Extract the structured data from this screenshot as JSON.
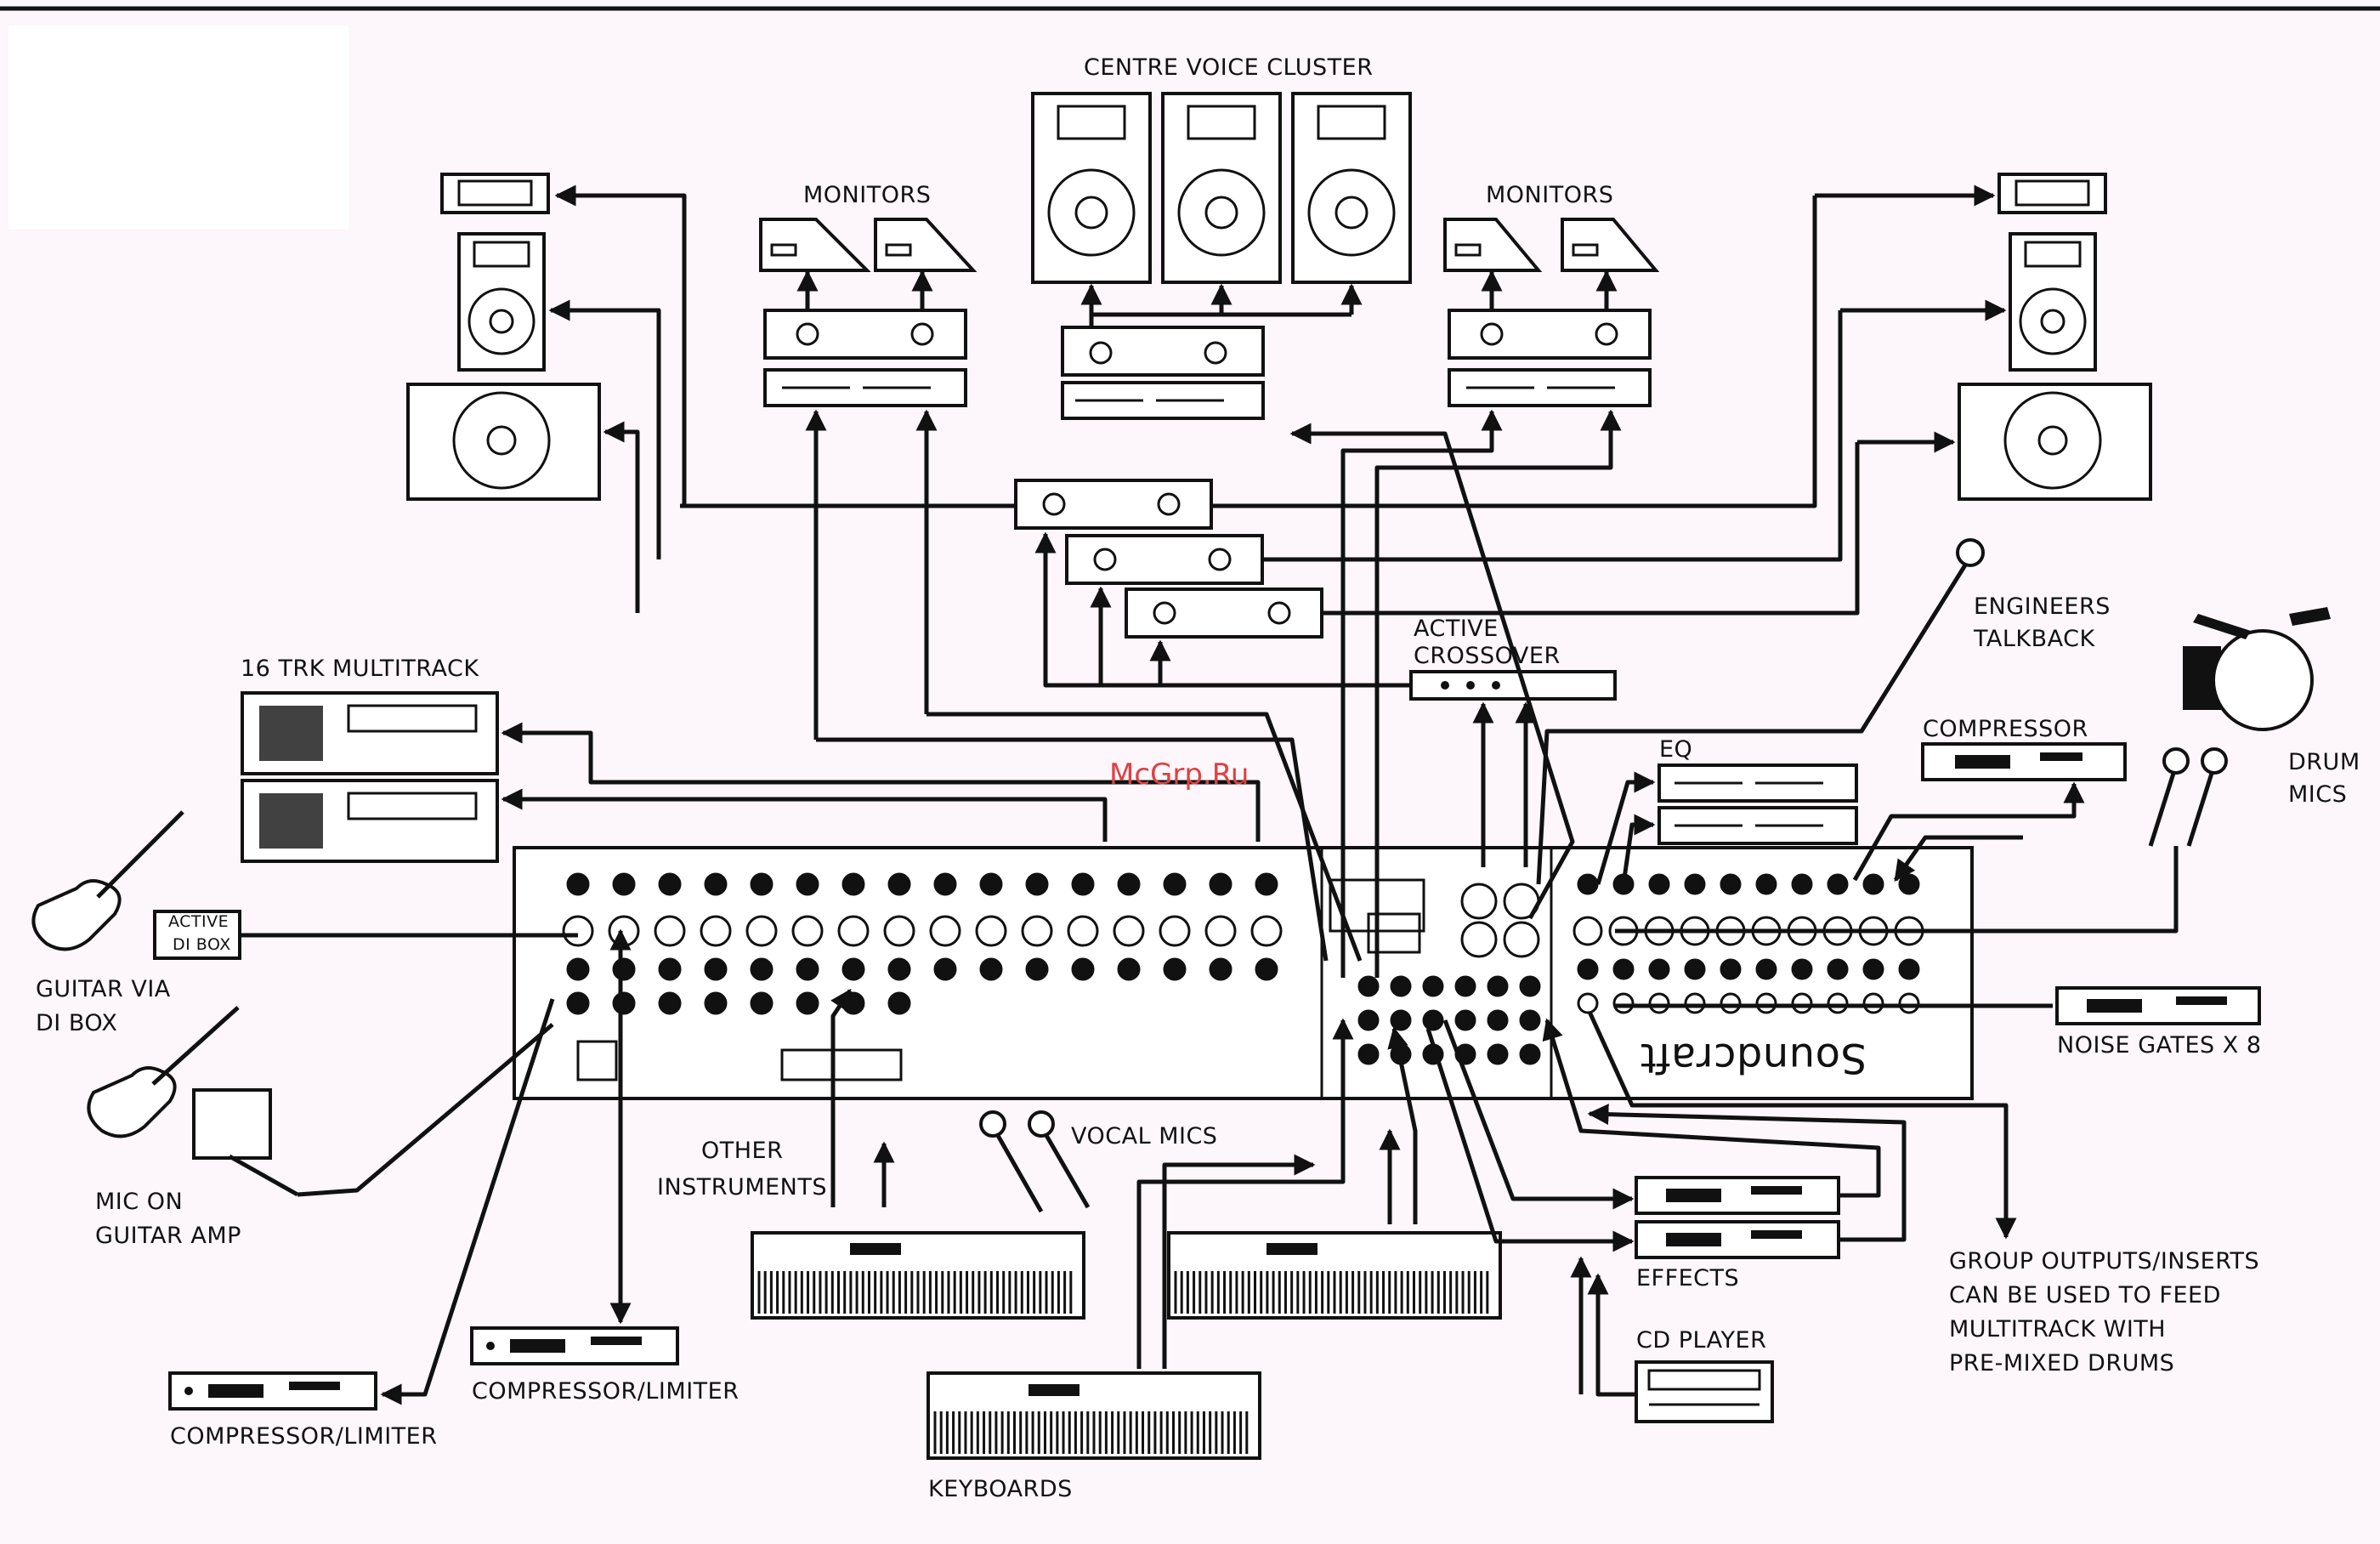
{
  "labels": {
    "centre_voice_cluster": "CENTRE VOICE CLUSTER",
    "monitors_left": "MONITORS",
    "monitors_right": "MONITORS",
    "multitrack": "16 TRK MULTITRACK",
    "active_crossover_1": "ACTIVE",
    "active_crossover_2": "CROSSOVER",
    "engineers_1": "ENGINEERS",
    "engineers_2": "TALKBACK",
    "eq": "EQ",
    "compressor": "COMPRESSOR",
    "drum_1": "DRUM",
    "drum_2": "MICS",
    "di_box_1": "ACTIVE",
    "di_box_2": "DI BOX",
    "guitar_di_1": "GUITAR VIA",
    "guitar_di_2": "DI BOX",
    "mic_amp_1": "MIC ON",
    "mic_amp_2": "GUITAR AMP",
    "other_1": "OTHER",
    "other_2": "INSTRUMENTS",
    "vocal_mics": "VOCAL MICS",
    "noise_gates": "NOISE GATES X 8",
    "effects": "EFFECTS",
    "cd_player": "CD PLAYER",
    "group_1": "GROUP OUTPUTS/INSERTS",
    "group_2": "CAN BE USED TO FEED",
    "group_3": "MULTITRACK WITH",
    "group_4": "PRE-MIXED DRUMS",
    "comp_lim_1": "COMPRESSOR/LIMITER",
    "comp_lim_2": "COMPRESSOR/LIMITER",
    "keyboards": "KEYBOARDS",
    "brand": "Soundcraft",
    "watermark": "McGrp.Ru"
  },
  "colors": {
    "ink": "#111111",
    "paper": "#fdf6fb",
    "watermark": "#e04040"
  }
}
